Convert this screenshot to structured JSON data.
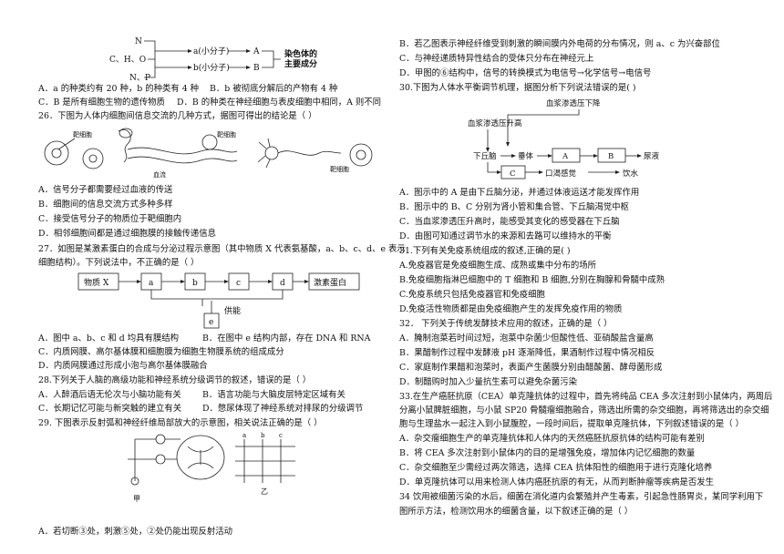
{
  "fig25": {
    "n_label": "N",
    "cho_label": "C、H、O",
    "np_label": "N、P",
    "a_label": "a(小分子)",
    "b_label": "b(小分子)",
    "A_label": "A",
    "B_label": "B",
    "result_label_1": "染色体的",
    "result_label_2": "主要成分"
  },
  "q25": {
    "opt_a": "A．a 的种类约有 20 种，b 的种类有 4 种",
    "opt_b": "B．b 被彻底分解后的产物有 4 种",
    "opt_c": "C．B 是所有细胞生物的遗传物质",
    "opt_d": "D．B 的种类在神经细胞与表皮细胞中相同，A 则不同"
  },
  "q26": {
    "stem": "26．下图为人体内细胞间信息交流的几种方式，据图可得出的结论是（     ）",
    "fig_target1": "靶细胞",
    "fig_blood": "血流",
    "fig_target2": "靶细胞",
    "fig_target3": "靶细胞",
    "opt_a": "A．信号分子都需要经过血液的传送",
    "opt_b": "B．细胞间的信息交流方式多种多样",
    "opt_c": "C．接受信号分子的物质位于靶细胞内",
    "opt_d": "D．相邻细胞间都是通过细胞膜的接触传递信息"
  },
  "q27": {
    "stem_1": "27．如图是某激素蛋白的合成与分泌过程示意图（其中物质 X 代表氨基酸，a、b、c、d、e 表示",
    "stem_2": "细胞结构）。下列说法中，不正确的是（ ）",
    "fig_x": "物质 X",
    "fig_a": "a",
    "fig_b": "b",
    "fig_c": "c",
    "fig_d": "d",
    "fig_e": "e",
    "fig_hormone": "激素蛋白",
    "fig_energy": "供能",
    "opt_a": "A．图中 a、b、c 和 d 均具有膜结构",
    "opt_b": "B．在图中 e 结构内部，存在 DNA 和 RNA",
    "opt_c": "C．内质网膜、高尔基体膜和细胞膜为细胞生物膜系统的组成成分",
    "opt_d": "D．内质网膜通过形成小泡与高尔基体膜融合"
  },
  "q28": {
    "stem": "28.下列关于人脑的高级功能和神经系统分级调节的叙述，错误的是（     ）",
    "opt_a": "A．人醉酒后语无伦次与小脑功能有关",
    "opt_b": "B．语言功能与大脑皮层特定区域有关",
    "opt_c": "C．长期记忆可能与新突触的建立有关",
    "opt_d": "D．憋尿体现了神经系统对排尿的分级调节"
  },
  "q29": {
    "stem": "29.   下图表示反射弧和神经纤维局部放大的示意图，相关说法正确的是（          ）",
    "fig_label_jia": "甲",
    "fig_label_yi": "乙",
    "fig_label_a": "a",
    "fig_label_b": "b",
    "fig_label_c": "c",
    "opt_a": "A．若切断③处，刺激⑤处，②处仍能出现反射活动"
  },
  "right_top": {
    "opt_b": "B．若乙图表示神经纤维受到刺激的瞬间膜内外电荷的分布情况，则 a、c 为兴奋部位",
    "opt_c": "C．与神经递质特异性结合的受体只分布在神经元上",
    "opt_d": "D．甲图的⑥结构中，信号的转换模式为电信号→化学信号→电信号"
  },
  "q30": {
    "stem": "30.下图为人体水平衡调节机理，据图分析下列说法错误的是(        )",
    "fig_drop": "血浆渗透压下降",
    "fig_rise": "血浆渗透压升高",
    "fig_hypo": "下丘脑",
    "fig_pit": "垂体",
    "fig_a": "A",
    "fig_b": "B",
    "fig_c": "C",
    "fig_urine": "尿液",
    "fig_thirst": "口渴感觉",
    "fig_drink": "饮水",
    "opt_a": "A．图示中的 A 是由下丘脑分泌，并通过体液运送才能发挥作用",
    "opt_b": "B．图示中的 B、C 分别为肾小管和集合管、下丘脑渴觉中枢",
    "opt_c": "C．当血浆渗透压升高时，能感受其变化的感受器在下丘脑",
    "opt_d": "D．由图可知通过调节水的来源和去路可以维持水的平衡"
  },
  "q31": {
    "stem": "31.下列有关免疫系统组成的叙述,正确的是(     )",
    "opt_a": "A.免疫器官是免疫细胞生成、成熟或集中分布的场所",
    "opt_b": "B.免疫细胞指淋巴细胞中的 T 细胞和 B 细胞,分别在胸腺和骨髓中成熟",
    "opt_c": "C.免疫系统只包括免疫器官和免疫细胞",
    "opt_d": "D.免疫活性物质都是由免疫细胞产生的发挥免疫作用的物质"
  },
  "q32": {
    "stem": "32．  下列关于传统发酵技术应用的叙述，正确的是（     ）",
    "opt_a": "A．腌制泡菜若时间过短，泡菜中杂菌少但酸性低、亚硝酸盐含量高",
    "opt_b": "B．果醋制作过程中发酵液 pH 逐渐降低，果酒制作过程中情况相反",
    "opt_c": "C．家庭制作果醋和泡菜时，表面产生菌膜分别由醋酸菌、酵母菌形成",
    "opt_d": "D．制醋购时加入少量抗生素可以避免杂菌污染"
  },
  "q33": {
    "stem_1": "33.在生产癌胚抗原（CEA）单克隆抗体的过程中，首先将纯品 CEA 多次注射到小鼠体内，两周后",
    "stem_2": "分离小鼠脾脏细胞，与小鼠 SP20 骨髓瘤细胞融合，筛选出所需的杂交细胞，再将筛选出的杂交细",
    "stem_3": "胞与生理盐水一起注入到小鼠腹腔，一段时间后，提取单克隆抗体，下列叙述错误的是（     ）",
    "opt_a": "A．杂交瘤细胞生产的单克隆抗体和人体内的天然癌胚抗原抗体的结构可能有差别",
    "opt_b": "B．将 CEA 多次注射到小鼠体内的目的是增强免疫，增加体内记忆细胞的数量",
    "opt_c": "C．杂交细胞至少需经过两次筛选，选择 CEA 抗体阳性的细胞用于进行克隆化培养",
    "opt_d": "D．单克隆抗体可以用来检测人体内癌胚抗原的有无，从而判断肿瘤等疾病是否发生"
  },
  "q34": {
    "stem_1": "34 饮用被细菌污染的水后，细菌在消化道内会繁殖并产生毒素，引起急性肠胃炎，某同学利用下",
    "stem_2": "图所示方法，检测饮用水的细菌含量，以下叙述正确的是（     ）"
  }
}
